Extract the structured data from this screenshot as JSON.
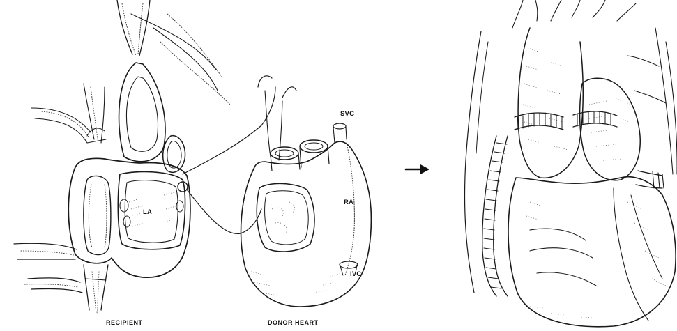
{
  "labels": {
    "la": "LA",
    "ra": "RA",
    "svc": "SVC",
    "ivc": "IVC",
    "recipient": "RECIPIENT",
    "donor_heart": "DONOR HEART"
  },
  "colors": {
    "ink": "#1a1a1a",
    "background": "#ffffff"
  },
  "icons": {
    "arrow": "right-arrow-icon"
  }
}
